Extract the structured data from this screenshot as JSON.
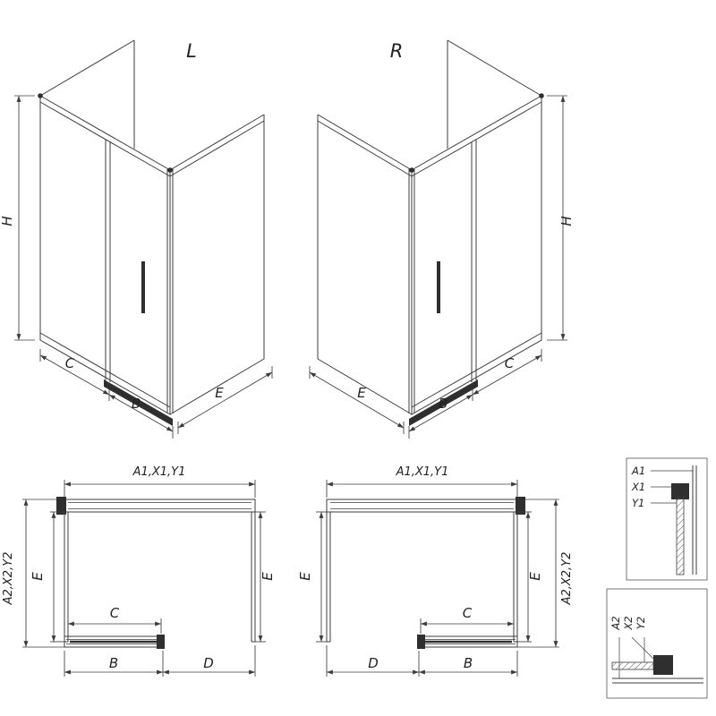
{
  "page": {
    "background": "#ffffff",
    "line_color": "#3c3c3c",
    "accent_dark": "#2f2f2f"
  },
  "iso_left": {
    "variant_label": "L",
    "dim_height": "H",
    "dim_c": "C",
    "dim_b": "B",
    "dim_side": "E"
  },
  "iso_right": {
    "variant_label": "R",
    "dim_height": "H",
    "dim_c": "C",
    "dim_b": "B",
    "dim_side": "E"
  },
  "plan_left": {
    "dim_width_top": "A1,X1,Y1",
    "dim_depth_outer": "A2,X2,Y2",
    "dim_depth_left": "E",
    "dim_depth_right": "E",
    "dim_c": "C",
    "dim_b": "B",
    "dim_d": "D"
  },
  "plan_right": {
    "dim_width_top": "A1,X1,Y1",
    "dim_depth_outer": "A2,X2,Y2",
    "dim_depth_left": "E",
    "dim_depth_right": "E",
    "dim_c": "C",
    "dim_b": "B",
    "dim_d": "D"
  },
  "detail_wall": {
    "labels": [
      "A1",
      "X1",
      "Y1"
    ]
  },
  "detail_floor": {
    "labels": [
      "A2",
      "X2",
      "Y2"
    ]
  }
}
